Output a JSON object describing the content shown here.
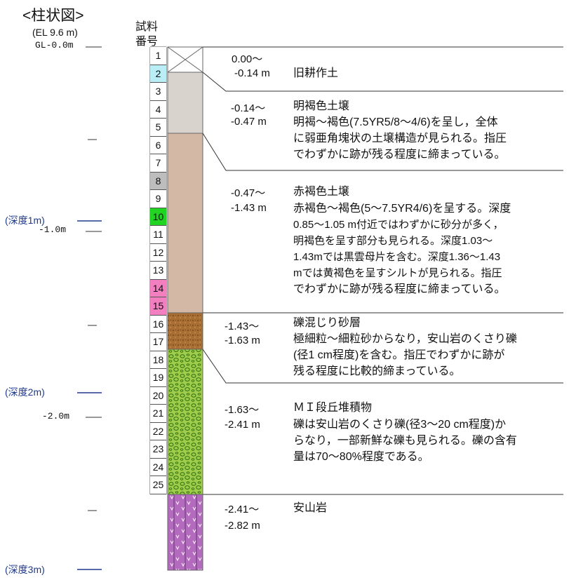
{
  "header": {
    "title": "<柱状図>",
    "elevation": "(EL 9.6 m)",
    "sample_header_1": "試料",
    "sample_header_2": "番号"
  },
  "depth_labels": {
    "gl0": "GL-0.0m",
    "gl1": "-1.0m",
    "gl2": "-2.0m",
    "d1": "(深度1m)",
    "d2": "(深度2m)",
    "d3": "(深度3m)"
  },
  "samples": [
    {
      "no": "1",
      "color": "#ffffff"
    },
    {
      "no": "2",
      "color": "#b9eef6"
    },
    {
      "no": "3",
      "color": "#ffffff"
    },
    {
      "no": "4",
      "color": "#ffffff"
    },
    {
      "no": "5",
      "color": "#ffffff"
    },
    {
      "no": "6",
      "color": "#ffffff"
    },
    {
      "no": "7",
      "color": "#ffffff"
    },
    {
      "no": "8",
      "color": "#bdbdbd"
    },
    {
      "no": "9",
      "color": "#ffffff"
    },
    {
      "no": "10",
      "color": "#22d422"
    },
    {
      "no": "11",
      "color": "#ffffff"
    },
    {
      "no": "12",
      "color": "#ffffff"
    },
    {
      "no": "13",
      "color": "#ffffff"
    },
    {
      "no": "14",
      "color": "#f27fbf"
    },
    {
      "no": "15",
      "color": "#f27fbf"
    },
    {
      "no": "16",
      "color": "#ffffff"
    },
    {
      "no": "17",
      "color": "#ffffff"
    },
    {
      "no": "18",
      "color": "#ffffff"
    },
    {
      "no": "19",
      "color": "#ffffff"
    },
    {
      "no": "20",
      "color": "#ffffff"
    },
    {
      "no": "21",
      "color": "#ffffff"
    },
    {
      "no": "22",
      "color": "#ffffff"
    },
    {
      "no": "23",
      "color": "#ffffff"
    },
    {
      "no": "24",
      "color": "#ffffff"
    },
    {
      "no": "25",
      "color": "#ffffff"
    }
  ],
  "layers": [
    {
      "top": "0.00〜",
      "bottom": "-0.14 m",
      "name": "旧耕作土",
      "desc": []
    },
    {
      "top": "-0.14〜",
      "bottom": "-0.47 m",
      "name": "明褐色土壌",
      "desc": [
        "明褐〜褐色(7.5YR5/8〜4/6)を呈し，全体",
        "に弱亜角塊状の土壌構造が見られる。指圧",
        "でわずかに跡が残る程度に締まっている。"
      ]
    },
    {
      "top": "-0.47〜",
      "bottom": "-1.43 m",
      "name": "赤褐色土壌",
      "desc": [
        "赤褐色〜褐色(5〜7.5YR4/6)を呈する。深度",
        "0.85〜1.05 m付近ではわずかに砂分が多く，",
        "明褐色を呈す部分も見られる。深度1.03〜",
        "1.43mでは黒雲母片を含む。深度1.36〜1.43",
        "mでは黄褐色を呈すシルトが見られる。指圧",
        "でわずかに跡が残る程度に締まっている。"
      ]
    },
    {
      "top": "-1.43〜",
      "bottom": "-1.63 m",
      "name": "礫混じり砂層",
      "desc": [
        "極細粒〜細粒砂からなり，安山岩のくさり礫",
        "(径1 cm程度)を含む。指圧でわずかに跡が",
        "残る程度に比較的締まっている。"
      ]
    },
    {
      "top": "-1.63〜",
      "bottom": "-2.41 m",
      "name": "ＭＩ段丘堆積物",
      "desc": [
        "礫は安山岩のくさり礫(径3〜20 cm程度)か",
        "らなり，一部新鮮な礫も見られる。礫の含有",
        "量は70〜80%程度である。"
      ]
    },
    {
      "top": "-2.41〜",
      "bottom": "-2.82 m",
      "name": "安山岩",
      "desc": []
    }
  ]
}
